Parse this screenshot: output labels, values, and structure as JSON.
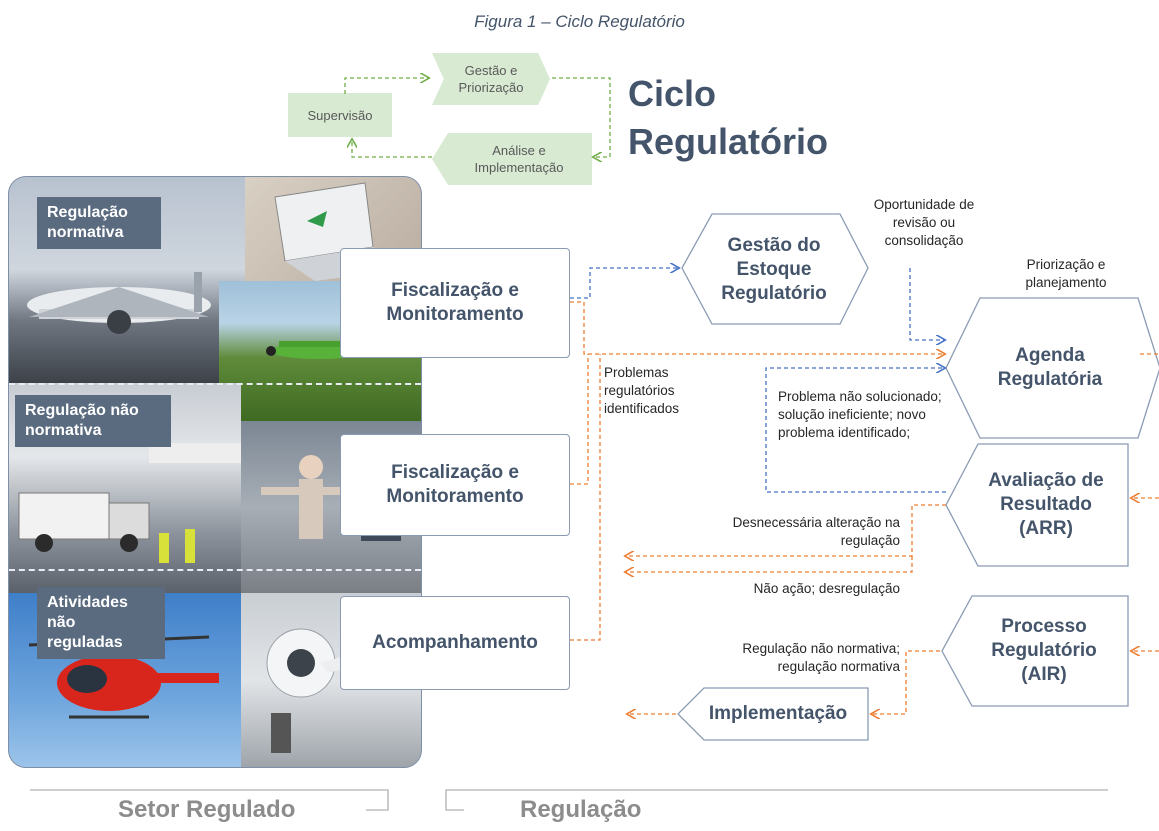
{
  "caption": "Figura 1 – Ciclo Regulatório",
  "mini_cycle": {
    "gestao": "Gestão e Priorização",
    "supervisao": "Supervisão",
    "analise": "Análise e Implementação",
    "title_line1": "Ciclo",
    "title_line2": "Regulatório"
  },
  "sectors": {
    "normativa": "Regulação normativa",
    "nao_normativa": "Regulação não normativa",
    "nao_reguladas": "Atividades não reguladas"
  },
  "boxes": {
    "fisc1": "Fiscalização e Monitoramento",
    "fisc2": "Fiscalização e Monitoramento",
    "acompanhamento": "Acompanhamento",
    "gestao_estoque": "Gestão do Estoque Regulatório",
    "agenda": "Agenda Regulatória",
    "arr": "Avaliação de Resultado (ARR)",
    "air": "Processo Regulatório (AIR)",
    "implementacao": "Implementação"
  },
  "notes": {
    "oportunidade": "Oportunidade de revisão ou consolidação",
    "priorizacao": "Priorização e planejamento",
    "problemas": "Problemas regulatórios identificados",
    "problema_nao": "Problema não solucionado; solução ineficiente; novo problema identificado;",
    "desnecessaria": "Desnecessária alteração na regulação",
    "nao_acao": "Não ação; desregulação",
    "reg_nao_normativa": "Regulação não normativa; regulação normativa"
  },
  "bottom": {
    "setor": "Setor Regulado",
    "regulacao": "Regulação"
  },
  "colors": {
    "green_box": "#d9ead3",
    "green_arrow": "#70ad47",
    "blue_arrow": "#4472c4",
    "orange_arrow": "#ed7d31",
    "title": "#44546a"
  }
}
